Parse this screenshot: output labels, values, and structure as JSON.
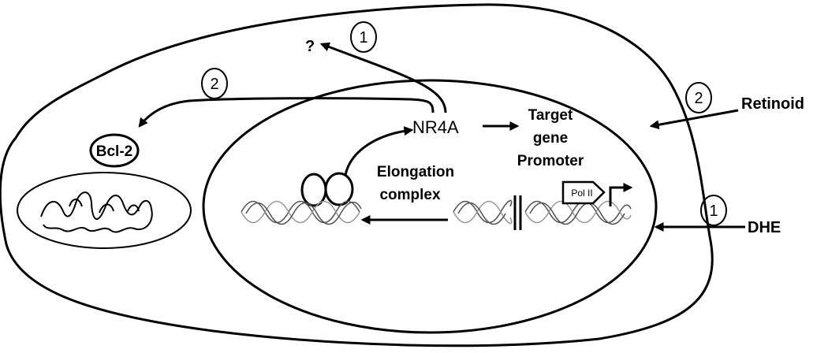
{
  "labels": {
    "question": "?",
    "bcl2": "Bcl-2",
    "nr4a": "NR4A",
    "target_line1": "Target",
    "target_line2": "gene",
    "target_line3": "Promoter",
    "elongation_line1": "Elongation",
    "elongation_line2": "complex",
    "pol2": "Pol II",
    "retinoid": "Retinoid",
    "dhe": "DHE"
  },
  "steps": {
    "top": "1",
    "left": "2",
    "retinoid": "2",
    "dhe": "1"
  },
  "colors": {
    "line": "#000000",
    "background": "#ffffff",
    "dna_dark": "#555555",
    "dna_light": "#9a9a9a"
  }
}
